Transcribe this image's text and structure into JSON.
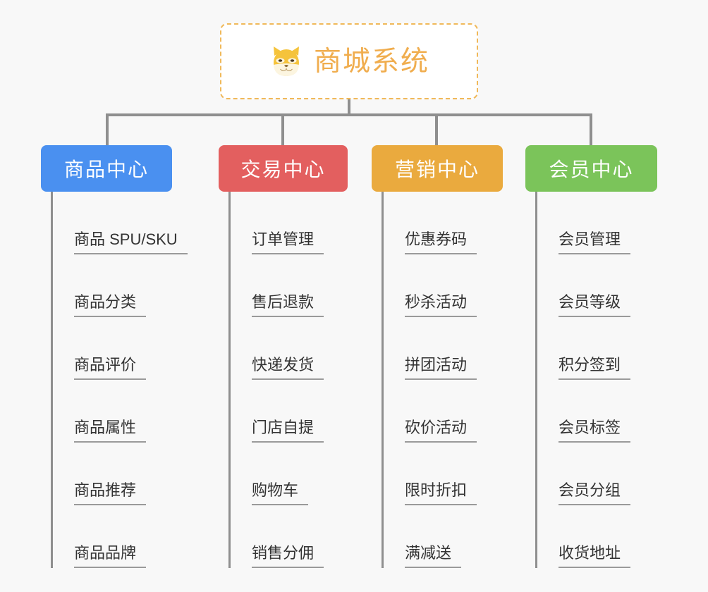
{
  "root": {
    "title": "商城系统",
    "icon": "shiba-dog-icon",
    "border_color": "#f0b95a",
    "text_color": "#f0ad4e",
    "background": "#ffffff"
  },
  "canvas": {
    "background": "#f8f8f8",
    "connector_color": "#8f8f8f"
  },
  "branches": [
    {
      "label": "商品中心",
      "color": "#4a90f0",
      "items": [
        {
          "label": "商品 SPU/SKU"
        },
        {
          "label": "商品分类"
        },
        {
          "label": "商品评价"
        },
        {
          "label": "商品属性"
        },
        {
          "label": "商品推荐"
        },
        {
          "label": "商品品牌"
        }
      ]
    },
    {
      "label": "交易中心",
      "color": "#e35f5f",
      "items": [
        {
          "label": "订单管理"
        },
        {
          "label": "售后退款"
        },
        {
          "label": "快递发货"
        },
        {
          "label": "门店自提"
        },
        {
          "label": "购物车"
        },
        {
          "label": "销售分佣"
        }
      ]
    },
    {
      "label": "营销中心",
      "color": "#eaaa3e",
      "items": [
        {
          "label": "优惠券码"
        },
        {
          "label": "秒杀活动"
        },
        {
          "label": "拼团活动"
        },
        {
          "label": "砍价活动"
        },
        {
          "label": "限时折扣"
        },
        {
          "label": "满减送"
        }
      ]
    },
    {
      "label": "会员中心",
      "color": "#7bc45a",
      "items": [
        {
          "label": "会员管理"
        },
        {
          "label": "会员等级"
        },
        {
          "label": "积分签到"
        },
        {
          "label": "会员标签"
        },
        {
          "label": "会员分组"
        },
        {
          "label": "收货地址"
        }
      ]
    }
  ]
}
